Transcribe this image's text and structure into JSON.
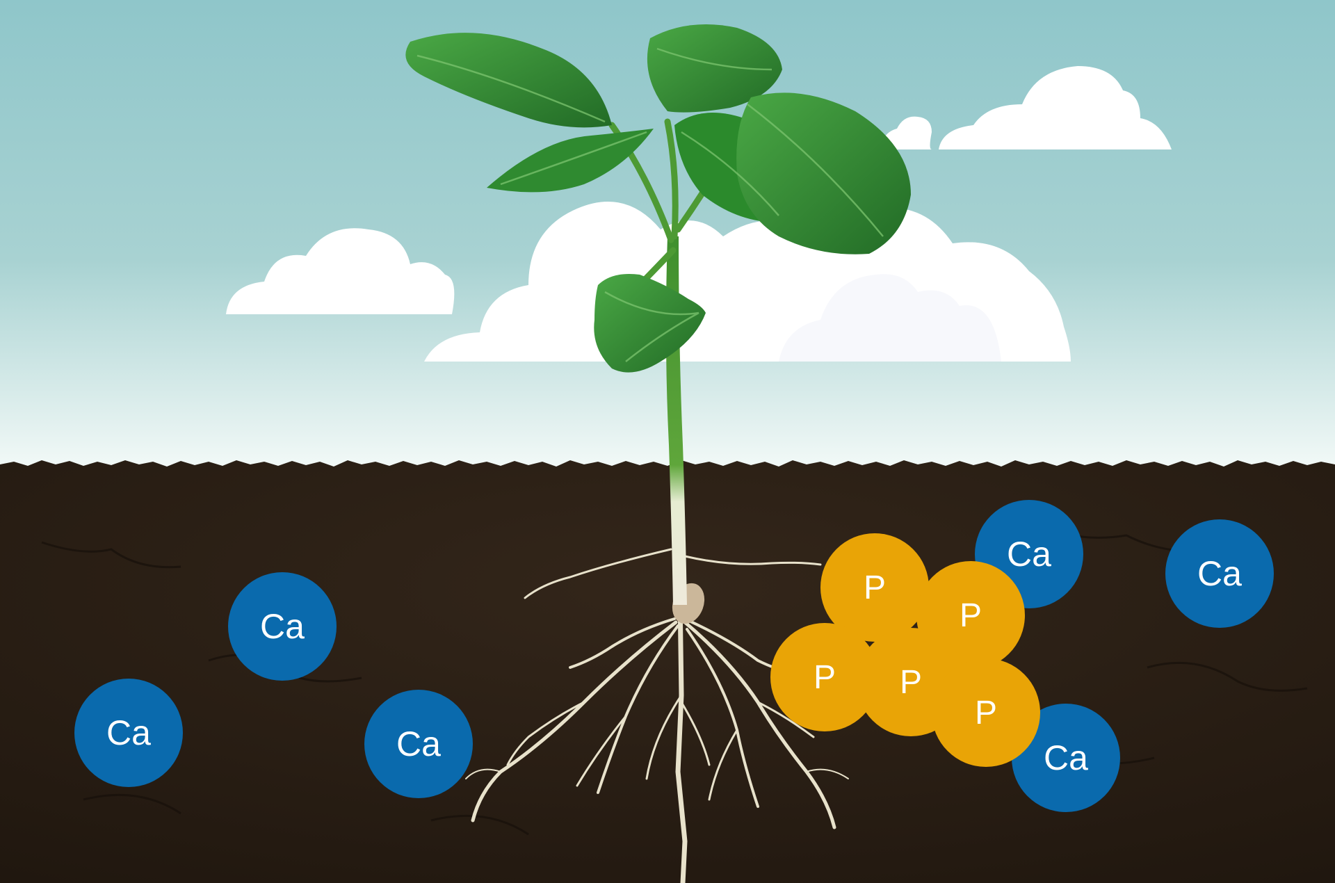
{
  "colors": {
    "sky_top": "#8ec5c9",
    "sky_bottom": "#f3f9f7",
    "soil": "#2c2117",
    "soil_dark": "#1d150e",
    "leaf": "#3f9a3a",
    "leaf_dark": "#236b27",
    "stem": "#4d9a34",
    "root": "#e9e4cf",
    "cloud": "#ffffff",
    "calcium_ion": "#0a6aad",
    "phosphorus_ion": "#e9a406",
    "ion_text": "#ffffff"
  },
  "ions": {
    "calcium": {
      "symbol": "Ca",
      "items": [
        {
          "label": "Ca"
        },
        {
          "label": "Ca"
        },
        {
          "label": "Ca"
        },
        {
          "label": "Ca"
        },
        {
          "label": "Ca"
        },
        {
          "label": "Ca"
        }
      ]
    },
    "phosphorus": {
      "symbol": "P",
      "items": [
        {
          "label": "P"
        },
        {
          "label": "P"
        },
        {
          "label": "P"
        },
        {
          "label": "P"
        },
        {
          "label": "P"
        }
      ]
    }
  }
}
